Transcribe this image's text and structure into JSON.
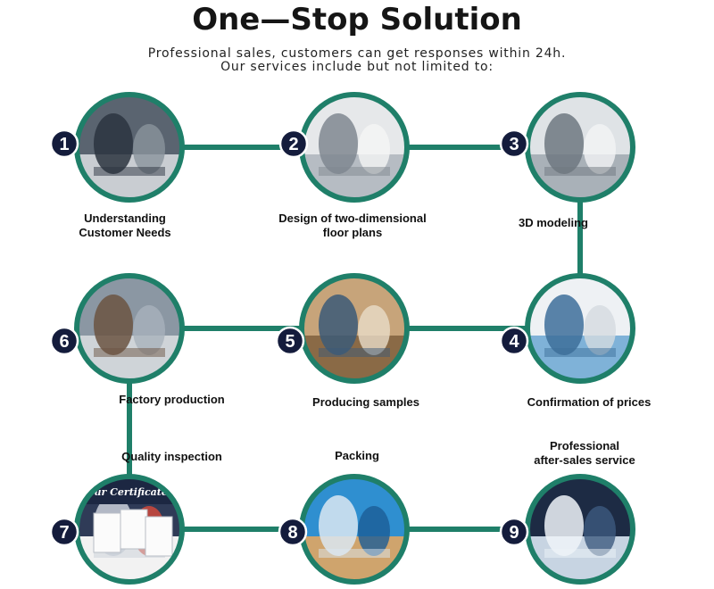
{
  "header": {
    "title": "One—Stop Solution",
    "subtitle_line1": "Professional sales, customers can get responses within 24h.",
    "subtitle_line2": "Our services include but not limited to:"
  },
  "colors": {
    "ring": "#1f7f69",
    "connector": "#1f7f69",
    "badge_fill": "#141c3c",
    "badge_text": "#ffffff"
  },
  "steps": [
    {
      "number": "1",
      "label": "Understanding\nCustomer Needs",
      "photo": "business-meeting-photo"
    },
    {
      "number": "2",
      "label": "Design of two-dimensional\nfloor plans",
      "photo": "floor-plan-sketch-photo"
    },
    {
      "number": "3",
      "label": "3D modeling",
      "photo": "3d-model-render-photo"
    },
    {
      "number": "4",
      "label": "Confirmation of prices",
      "photo": "price-calculation-photo"
    },
    {
      "number": "5",
      "label": "Producing samples",
      "photo": "sample-production-photo"
    },
    {
      "number": "6",
      "label": "Factory production",
      "photo": "factory-floor-photo"
    },
    {
      "number": "7",
      "label": "Quality inspection",
      "photo": "certificates-photo",
      "photo_caption": "Our Certificates"
    },
    {
      "number": "8",
      "label": "Packing",
      "photo": "packing-workers-photo"
    },
    {
      "number": "9",
      "label": "Professional\nafter-sales service",
      "photo": "service-team-photo"
    }
  ]
}
